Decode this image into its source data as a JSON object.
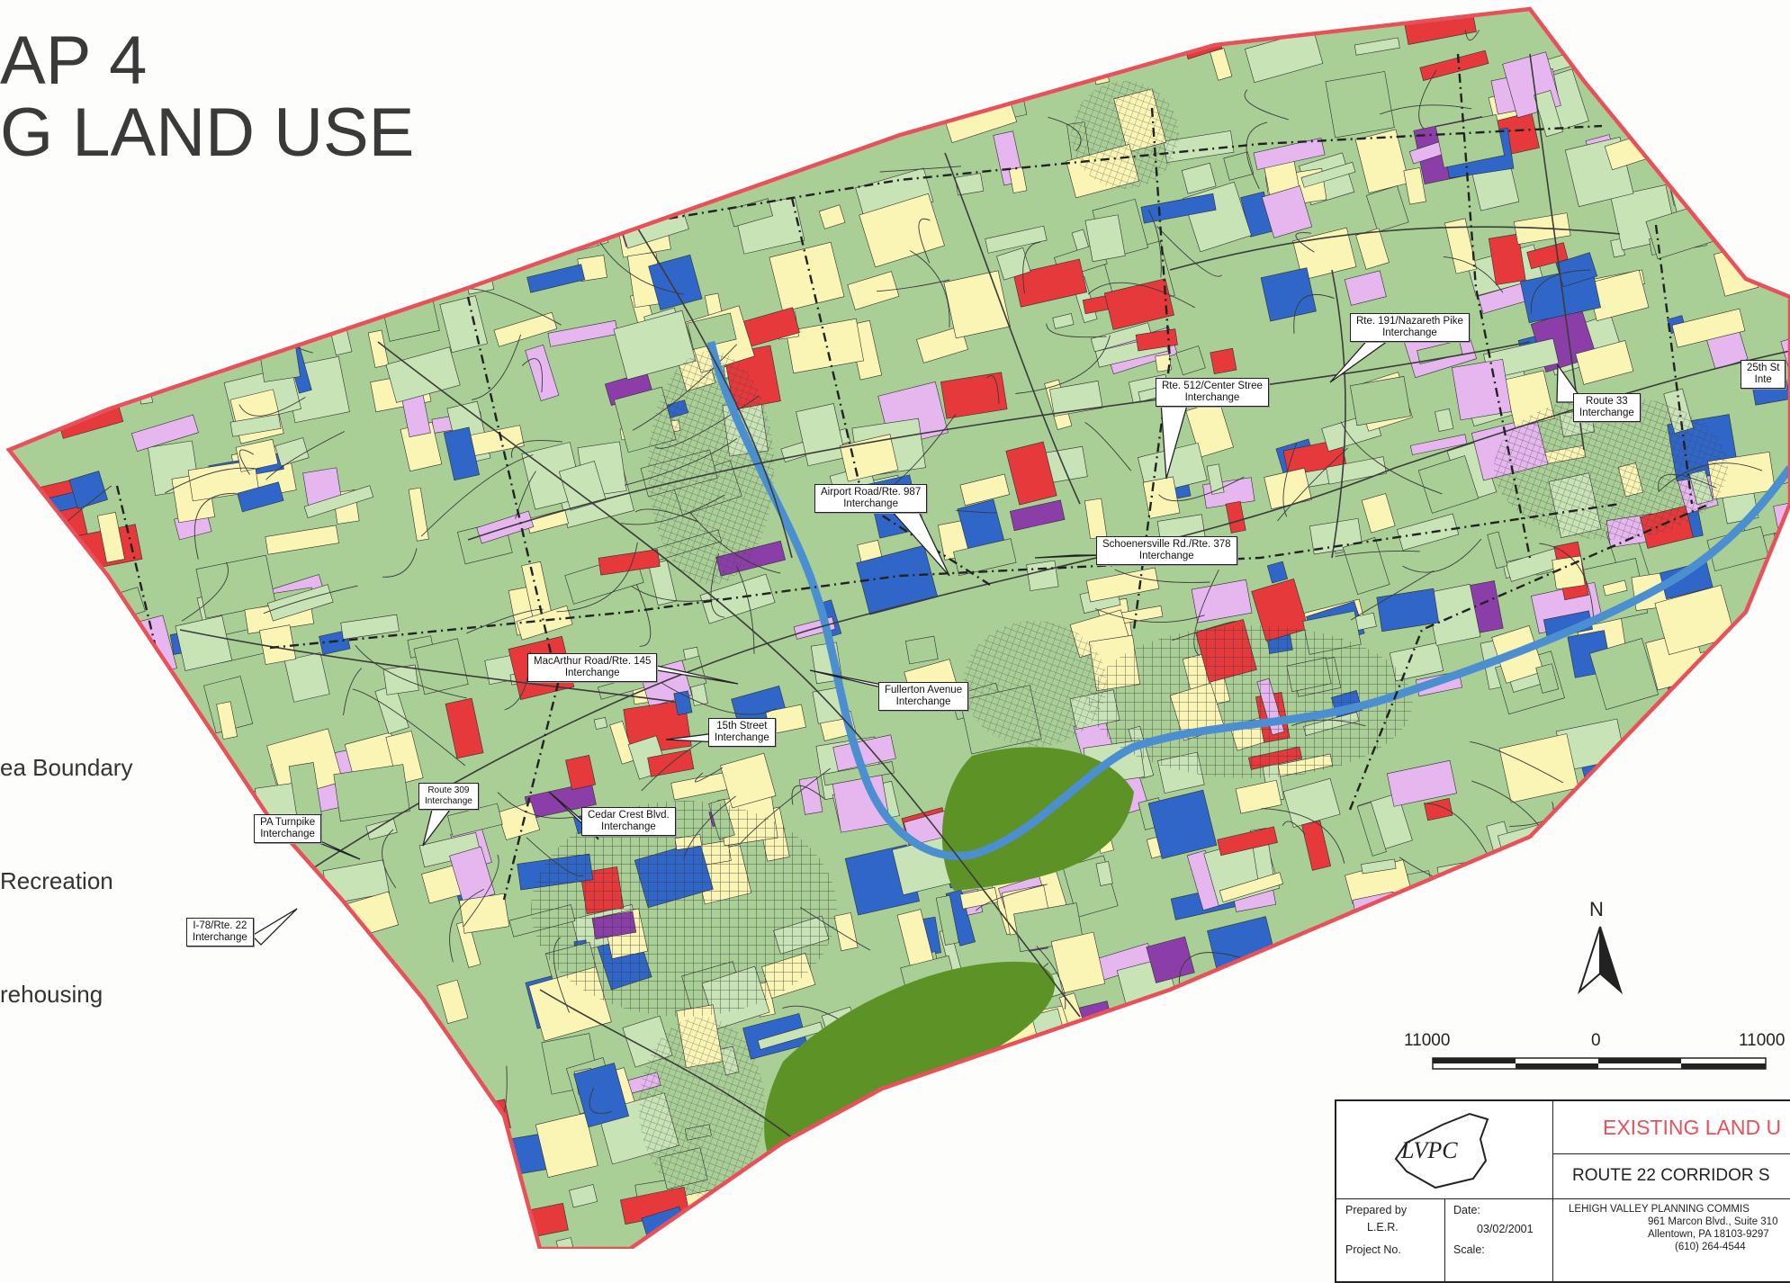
{
  "title": {
    "line1": "AP 4",
    "line2": "G LAND USE"
  },
  "legend": [
    {
      "label": "ea Boundary"
    },
    {
      "label": "Recreation"
    },
    {
      "label": "rehousing"
    }
  ],
  "map": {
    "boundary_color": "#e8505a",
    "colors": {
      "agriculture": "#a9cf97",
      "woodland": "#c8e3b6",
      "residential": "#fbf5b5",
      "commercial": "#e5393c",
      "institutional": "#2f66c8",
      "industrial": "#e6b7ef",
      "utility": "#8c3ea8",
      "park": "#5d9326",
      "water": "#4c8fd0"
    }
  },
  "callouts": [
    {
      "id": "rte191",
      "line1": "Rte. 191/Nazareth Pike",
      "line2": "Interchange"
    },
    {
      "id": "25th",
      "line1": "25th St",
      "line2": "Inte"
    },
    {
      "id": "rte512",
      "line1": "Rte. 512/Center Stree",
      "line2": "Interchange"
    },
    {
      "id": "route33",
      "line1": "Route 33",
      "line2": "Interchange"
    },
    {
      "id": "airport",
      "line1": "Airport Road/Rte. 987",
      "line2": "Interchange"
    },
    {
      "id": "schoen",
      "line1": "Schoenersville Rd./Rte. 378",
      "line2": "Interchange"
    },
    {
      "id": "macarthur",
      "line1": "MacArthur Road/Rte. 145",
      "line2": "Interchange"
    },
    {
      "id": "fullerton",
      "line1": "Fullerton Avenue",
      "line2": "Interchange"
    },
    {
      "id": "15th",
      "line1": "15th Street",
      "line2": "Interchange"
    },
    {
      "id": "route309",
      "line1": "Route 309",
      "line2": "Interchange"
    },
    {
      "id": "paturnpike",
      "line1": "PA Turnpike",
      "line2": "Interchange"
    },
    {
      "id": "cedarcrest",
      "line1": "Cedar Crest Blvd.",
      "line2": "Interchange"
    },
    {
      "id": "i78",
      "line1": "I-78/Rte. 22",
      "line2": "Interchange"
    }
  ],
  "north_arrow": {
    "label": "N"
  },
  "scale_bar": {
    "left": "11000",
    "center": "0",
    "right": "11000"
  },
  "title_block": {
    "logo": "LVPC",
    "heading": "EXISTING LAND U",
    "subheading": "ROUTE 22 CORRIDOR S",
    "prepared_by_label": "Prepared by",
    "prepared_by_value": "L.E.R.",
    "date_label": "Date:",
    "date_value": "03/02/2001",
    "org_line1": "LEHIGH VALLEY PLANNING COMMIS",
    "org_line2": "961 Marcon Blvd., Suite 310",
    "org_line3": "Allentown, PA 18103-9297",
    "org_line4": "(610) 264-4544",
    "project_label": "Project No.",
    "scale_label": "Scale:"
  }
}
